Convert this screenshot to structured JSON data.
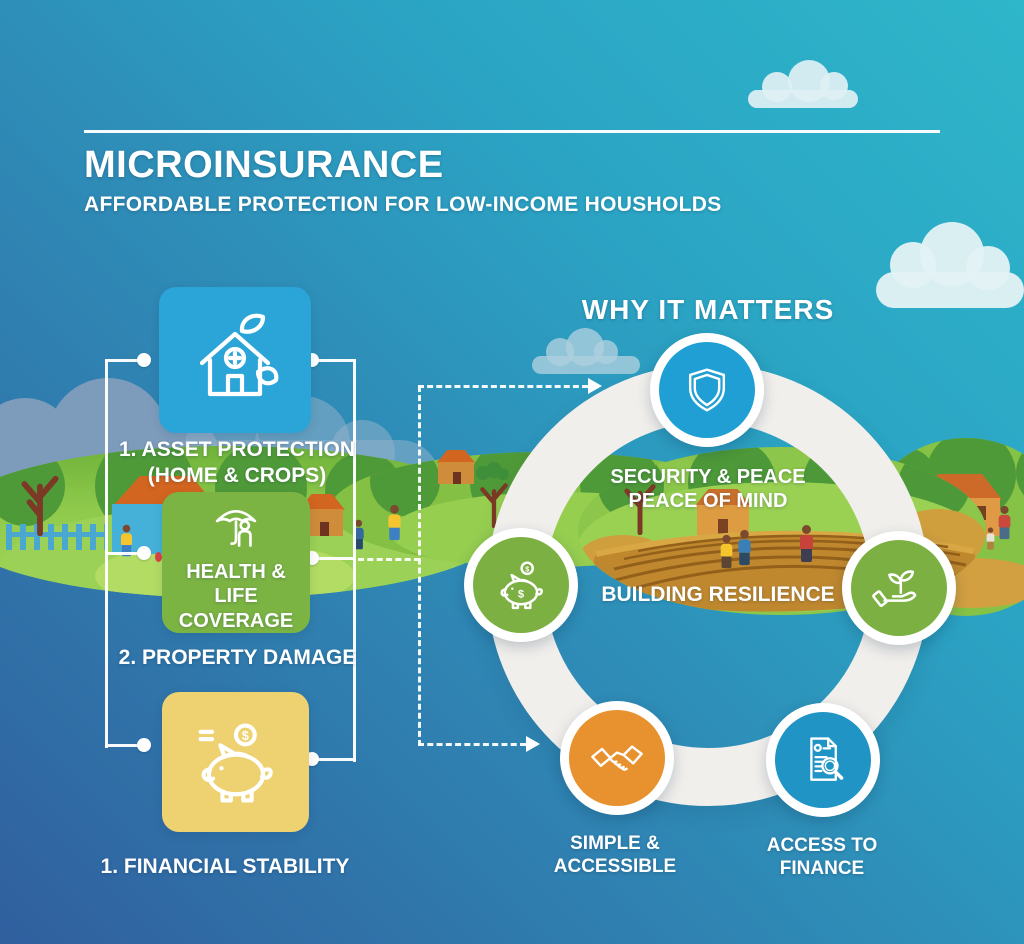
{
  "infographic": {
    "title": "MICROINSURANCE",
    "subtitle": "AFFORDABLE PROTECTION FOR LOW-INCOME HOUSHOLDS"
  },
  "left_column": {
    "items": [
      {
        "icon": "house-medical-leaf-icon",
        "color": "#2BA4D8",
        "caption_lines": [
          "1. ASSET PROTECTION",
          "(HOME & CROPS)"
        ]
      },
      {
        "icon": "umbrella-person-icon",
        "color": "#7CB444",
        "box_lines": [
          "HEALTH &",
          "LIFE COVERAGE"
        ],
        "caption_lines": [
          "2. PROPERTY DAMAGE"
        ]
      },
      {
        "icon": "piggy-bank-coin-icon",
        "color": "#EED171",
        "caption_lines": [
          "1. FINANCIAL STABILITY"
        ]
      }
    ]
  },
  "why_it_matters": {
    "heading": "WHY IT MATTERS",
    "center_labels": [
      {
        "lines": [
          "SECURITY & PEACE",
          "PEACE OF MIND"
        ]
      },
      {
        "lines": [
          "BUILDING RESILIENCE"
        ]
      }
    ],
    "nodes": [
      {
        "icon": "shield-icon",
        "color": "#1F9FD4",
        "position": "top"
      },
      {
        "icon": "piggy-bank-dollar-icon",
        "color": "#7CB043",
        "position": "left"
      },
      {
        "icon": "seedling-hand-icon",
        "color": "#7CB043",
        "position": "right"
      },
      {
        "icon": "handshake-icon",
        "color": "#E8922F",
        "position": "bottom-left",
        "label_lines": [
          "SIMPLE &",
          "ACCESSIBLE"
        ]
      },
      {
        "icon": "document-magnifier-icon",
        "color": "#2095C5",
        "position": "bottom-right",
        "label_lines": [
          "ACCESS TO",
          "FINANCE"
        ]
      }
    ]
  },
  "colors": {
    "sky_top_right": "#2EB6CA",
    "sky_bottom_left": "#305F9E",
    "ring": "#F1EFEC",
    "grass_light": "#8CC64A",
    "grass_dark": "#4F9A38",
    "field_brown": "#C0882E",
    "roof_orange": "#D2651F",
    "accent_yellow": "#EED171"
  }
}
